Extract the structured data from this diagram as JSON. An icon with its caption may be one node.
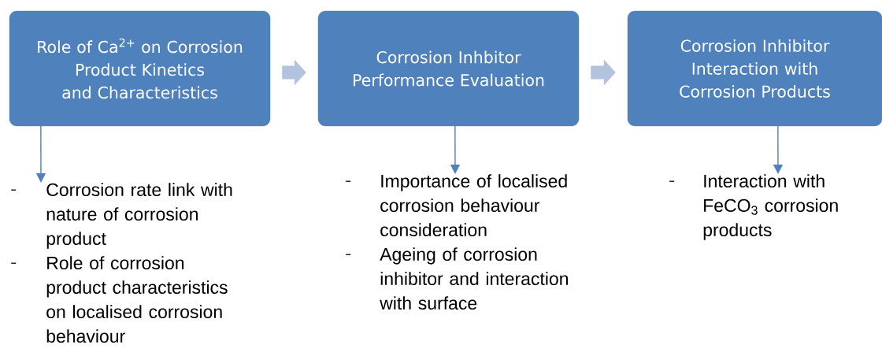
{
  "diagram": {
    "nodes": [
      {
        "text": [
          "Role of Ca$^{2+}$ on Corrosion Product Kinetics and Characteristics"
        ]
      },
      {
        "text": [
          "Corrosion Inhbitor Performance Evaluation"
        ]
      },
      {
        "text": [
          "Corrosion Inhibitor Interaction with Corrosion Products"
        ]
      },
      {
        "text": [
          "Corrosion rate link with nature of corrosion product",
          "Role of corrosion product characteristics on localised corrosion behaviour"
        ]
      },
      {
        "text": [
          "Importance of localised corrosion behaviour consideration",
          "Ageing of corrosion inhibitor and interaction with surface"
        ]
      },
      {
        "text": [
          "Interaction with FeCO$_{3}$ corrosion products"
        ]
      }
    ],
    "edges": [
      {
        "from": 0,
        "to": 1,
        "arrow": "to",
        "style": "thick",
        "color": "#b4c3dd"
      },
      {
        "from": 1,
        "to": 2,
        "arrow": "to",
        "style": "thick",
        "color": "#b4c3dd"
      },
      {
        "from": 0,
        "to": 3,
        "arrow": "to"
      },
      {
        "from": 1,
        "to": 4,
        "arrow": "to"
      },
      {
        "from": 2,
        "to": 5,
        "arrow": "to"
      }
    ]
  }
}
